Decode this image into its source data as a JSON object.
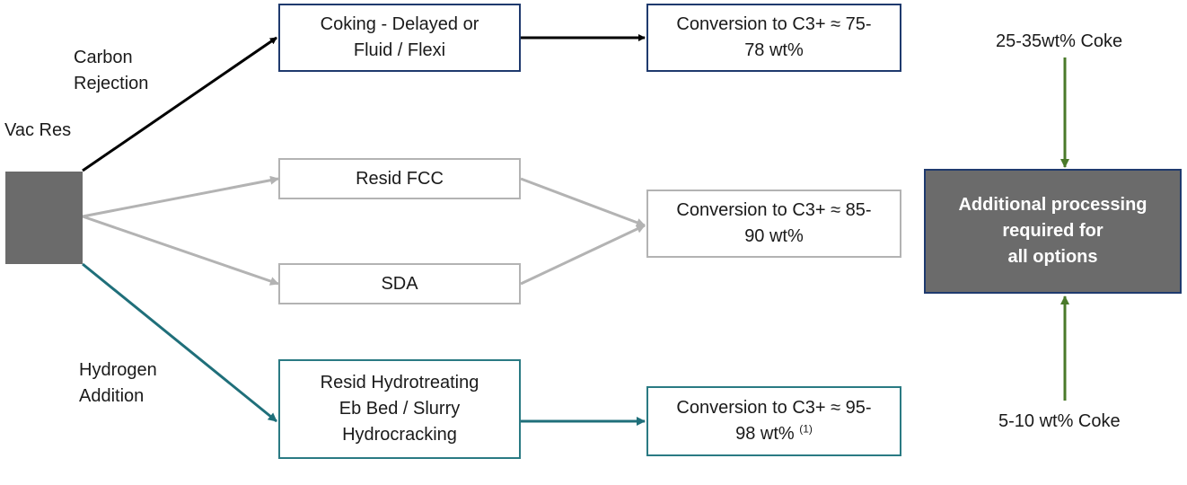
{
  "labels": {
    "vac_res": "Vac Res",
    "carbon_rejection": "Carbon\nRejection",
    "hydrogen_addition": "Hydrogen\nAddition",
    "coke_top": "25-35wt% Coke",
    "coke_bottom": "5-10 wt% Coke"
  },
  "processes": {
    "coking": "Coking  - Delayed or\nFluid / Flexi",
    "resid_fcc": "Resid FCC",
    "sda": "SDA",
    "hydrotreating": "Resid Hydrotreating\nEb Bed / Slurry\nHydrocracking"
  },
  "conversions": {
    "coking": "Conversion to C3+ ≈ 75-\n78 wt%",
    "fcc_sda": "Conversion to C3+ ≈ 85-\n90 wt%",
    "hydro_line1": "Conversion to C3+ ≈ 95-",
    "hydro_line2": "98 wt% ",
    "hydro_footnote": "(1)"
  },
  "additional_processing": "Additional processing\nrequired for\nall options",
  "colors": {
    "carbon_path": "#000000",
    "thermal_path": "#b3b3b3",
    "hydrogen_path": "#1f6f7a",
    "coke_arrows": "#4a7a2a",
    "block_fill": "#6b6b6b"
  }
}
